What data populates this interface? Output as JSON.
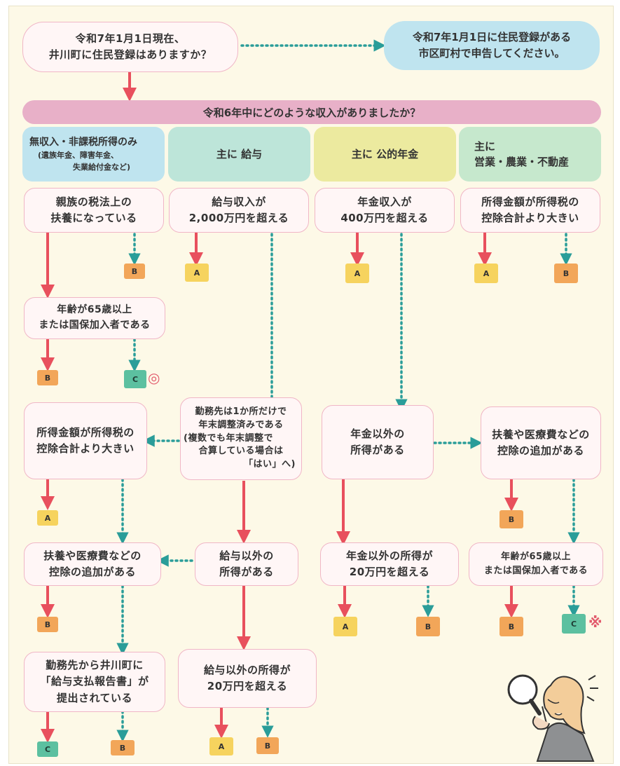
{
  "start": {
    "question": [
      "令和7年1月1日現在、",
      "井川町に住民登録はありますか？"
    ],
    "elsewhere": [
      "令和7年1月1日に住民登録がある",
      "市区町村で申告してください。"
    ]
  },
  "income_question": "令和6年中にどのような収入がありましたか？",
  "columns": {
    "none": {
      "title": "無収入・非課税所得のみ",
      "note1": "(遺族年金、障害年金、",
      "note2": "失業給付金など)"
    },
    "salary": {
      "title": "主に 給与"
    },
    "pension": {
      "title": "主に 公的年金"
    },
    "business": {
      "line1": "主に",
      "line2": "営業・農業・不動産"
    }
  },
  "nodes": {
    "dependent": [
      "親族の税法上の",
      "扶養になっている"
    ],
    "age65_left": [
      "年齢が65歳以上",
      "または国保加入者である"
    ],
    "income_gt_deduction_left": [
      "所得金額が所得税の",
      "控除合計より大きい"
    ],
    "deduction_add_left": [
      "扶養や医療費などの",
      "控除の追加がある"
    ],
    "report_submitted": [
      "勤務先から井川町に",
      "「給与支払報告書」が",
      "提出されている"
    ],
    "salary_over": [
      "給与収入が",
      "2,000万円を超える"
    ],
    "year_end": [
      "勤務先は1か所だけで",
      "年末調整済みである",
      "(複数でも年末調整で",
      "合算している場合は",
      "「はい」へ)"
    ],
    "other_than_salary": [
      "給与以外の",
      "所得がある"
    ],
    "other_than_salary_over": [
      "給与以外の所得が",
      "20万円を超える"
    ],
    "pension_over": [
      "年金収入が",
      "400万円を超える"
    ],
    "other_than_pension": [
      "年金以外の",
      "所得がある"
    ],
    "other_than_pension_over": [
      "年金以外の所得が",
      "20万円を超える"
    ],
    "income_gt_deduction_right": [
      "所得金額が所得税の",
      "控除合計より大きい"
    ],
    "deduction_add_right": [
      "扶養や医療費などの",
      "控除の追加がある"
    ],
    "age65_right": [
      "年齢が65歳以上",
      "または国保加入者である"
    ]
  },
  "badges": {
    "b1": "B",
    "b2": "B",
    "c1": "C",
    "a1": "A",
    "b3": "B",
    "c2": "C",
    "b4": "B",
    "a2": "A",
    "a3": "A",
    "b5": "B",
    "a4": "A",
    "a5": "A",
    "b6": "B",
    "a6": "A",
    "b7": "B",
    "b8": "B",
    "b9": "B",
    "c3": "C"
  },
  "marks": {
    "double_circle": "◎",
    "kome": "※"
  },
  "colors": {
    "yes_line": "#e8505d",
    "no_line": "#2a9d99",
    "pink_banner": "#e8b0c8",
    "col_none": "#bfe4ef",
    "col_salary": "#bde5d9",
    "col_pension": "#ecea9f",
    "col_business": "#c6e8cd"
  }
}
